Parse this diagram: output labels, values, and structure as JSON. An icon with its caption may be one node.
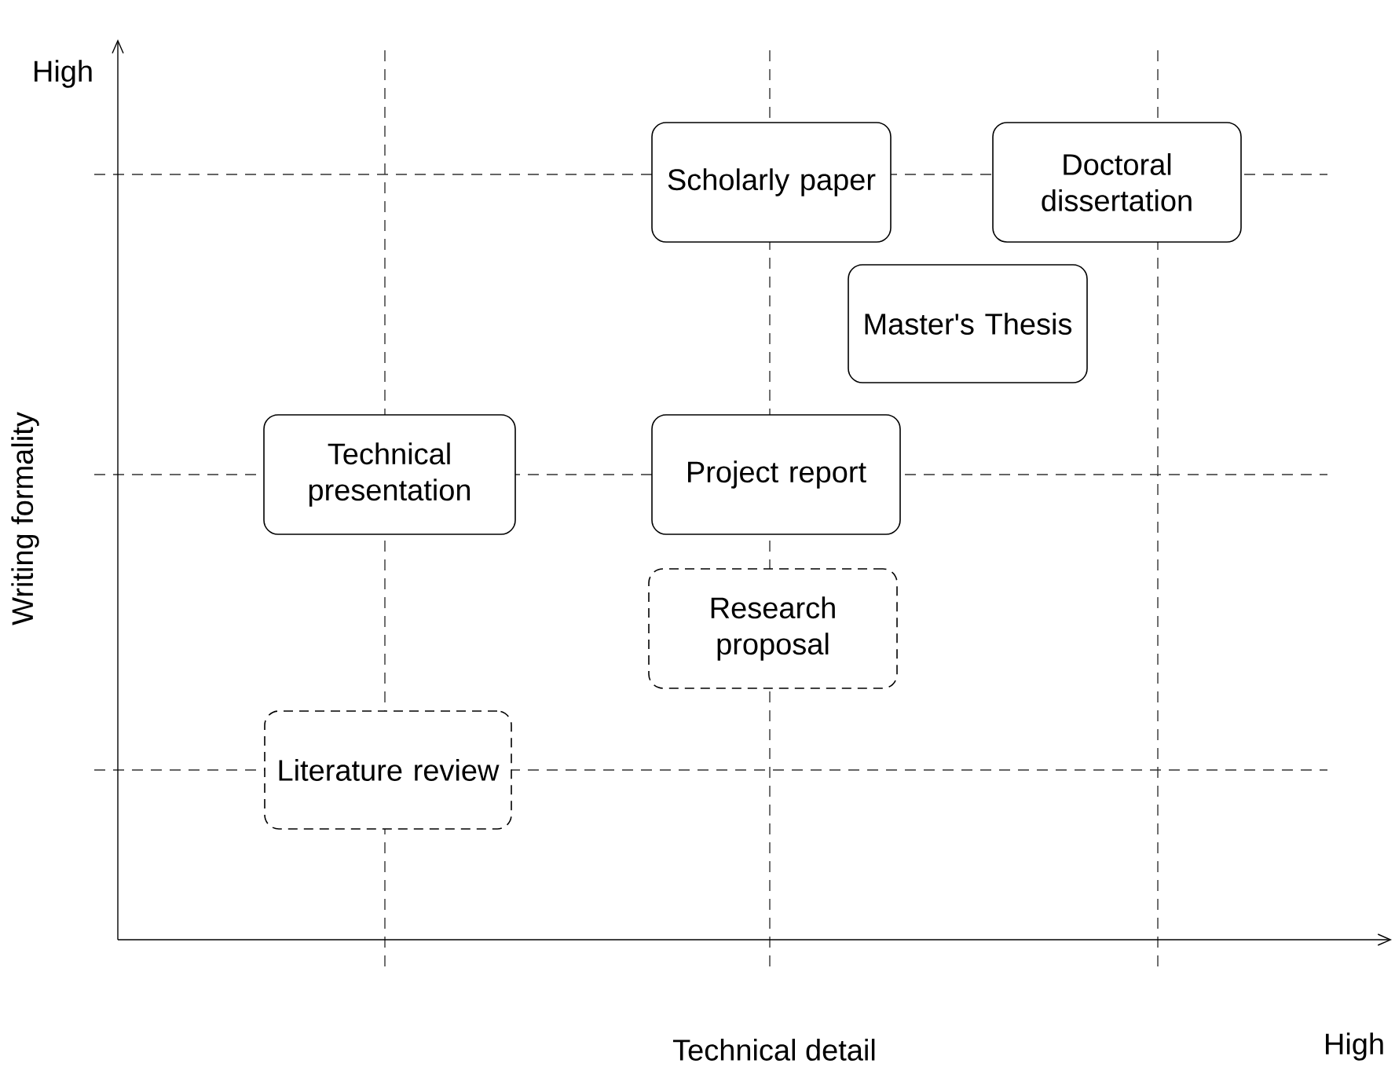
{
  "diagram": {
    "nodes": [
      {
        "text": [
          "Scholarly paper"
        ]
      },
      {
        "text": [
          "Doctoral dissertation"
        ]
      },
      {
        "text": [
          "Master's Thesis"
        ]
      },
      {
        "text": [
          "Technical presentation"
        ]
      },
      {
        "text": [
          "Project report"
        ]
      },
      {
        "text": [
          "Research proposal"
        ]
      },
      {
        "text": [
          "Literature review"
        ]
      }
    ],
    "labels": [
      "High",
      "Writing formality",
      "Technical detail",
      "High"
    ]
  }
}
